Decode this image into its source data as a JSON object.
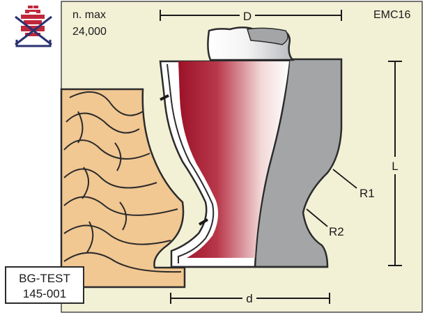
{
  "speed": {
    "label": "n. max",
    "value": "24,000"
  },
  "model_code": "EMC16",
  "dimensions": {
    "D": "D",
    "d": "d",
    "L": "L",
    "R1": "R1",
    "R2": "R2"
  },
  "test_badge": {
    "line1": "BG-TEST",
    "line2": "145-001"
  },
  "icons": {
    "no_hand_feed": "no-hand-feed-icon"
  },
  "colors": {
    "background_panel": "#f2f1d6",
    "wood": "#f1c792",
    "carbide": "#a4a5a7",
    "cutter_red": "#a8192e",
    "shank": "#e3e4e6",
    "icon_red": "#c0273a",
    "icon_blue": "#2a3170"
  }
}
